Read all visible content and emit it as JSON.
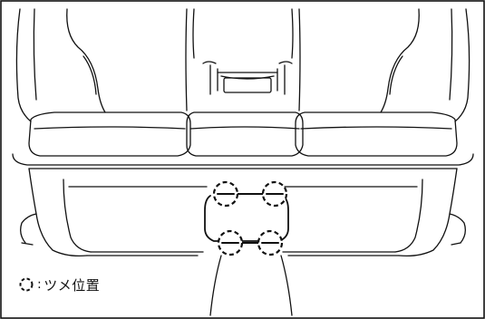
{
  "diagram": {
    "subject": "rear-seat-cushion-clip-positions",
    "line_color": "#111111",
    "background_color": "#ffffff",
    "clip_marker_count": 4,
    "clip_marker_style": "dashed-circle"
  },
  "legend": {
    "symbol": "dashed-circle-icon",
    "separator": ":",
    "label": "ツメ位置"
  }
}
